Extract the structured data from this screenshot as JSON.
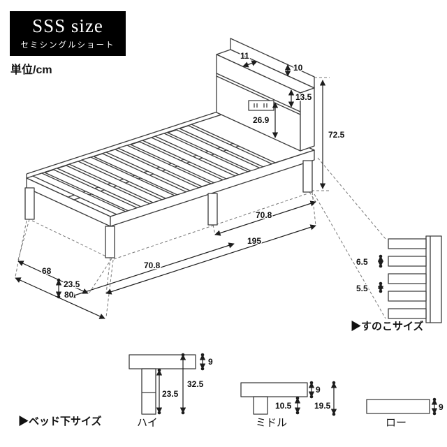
{
  "badge": {
    "size_label": "SSS size",
    "sub_label": "セミシングルショート"
  },
  "unit_label": "単位/cm",
  "bed_dims": {
    "headboard_rail_height": "10",
    "shelf_depth": "11",
    "shelf_opening_height": "13.5",
    "headboard_panel_height": "26.9",
    "total_height": "72.5",
    "slat_span_upper": "70.8",
    "total_length": "195",
    "slat_span_lower": "70.8",
    "inner_width": "68",
    "leg_height": "23.5",
    "total_width": "80"
  },
  "slat_section": {
    "title": "▶すのこサイズ",
    "slat_thickness": "6.5",
    "slat_gap": "5.5"
  },
  "under_bed_section": {
    "title": "▶ベッド下サイズ",
    "variants": [
      {
        "name": "ハイ",
        "frame": "9",
        "total": "32.5",
        "clearance": "23.5"
      },
      {
        "name": "ミドル",
        "frame": "9",
        "total": "19.5",
        "clearance": "10.5"
      },
      {
        "name": "ロー",
        "frame": "9"
      }
    ]
  }
}
